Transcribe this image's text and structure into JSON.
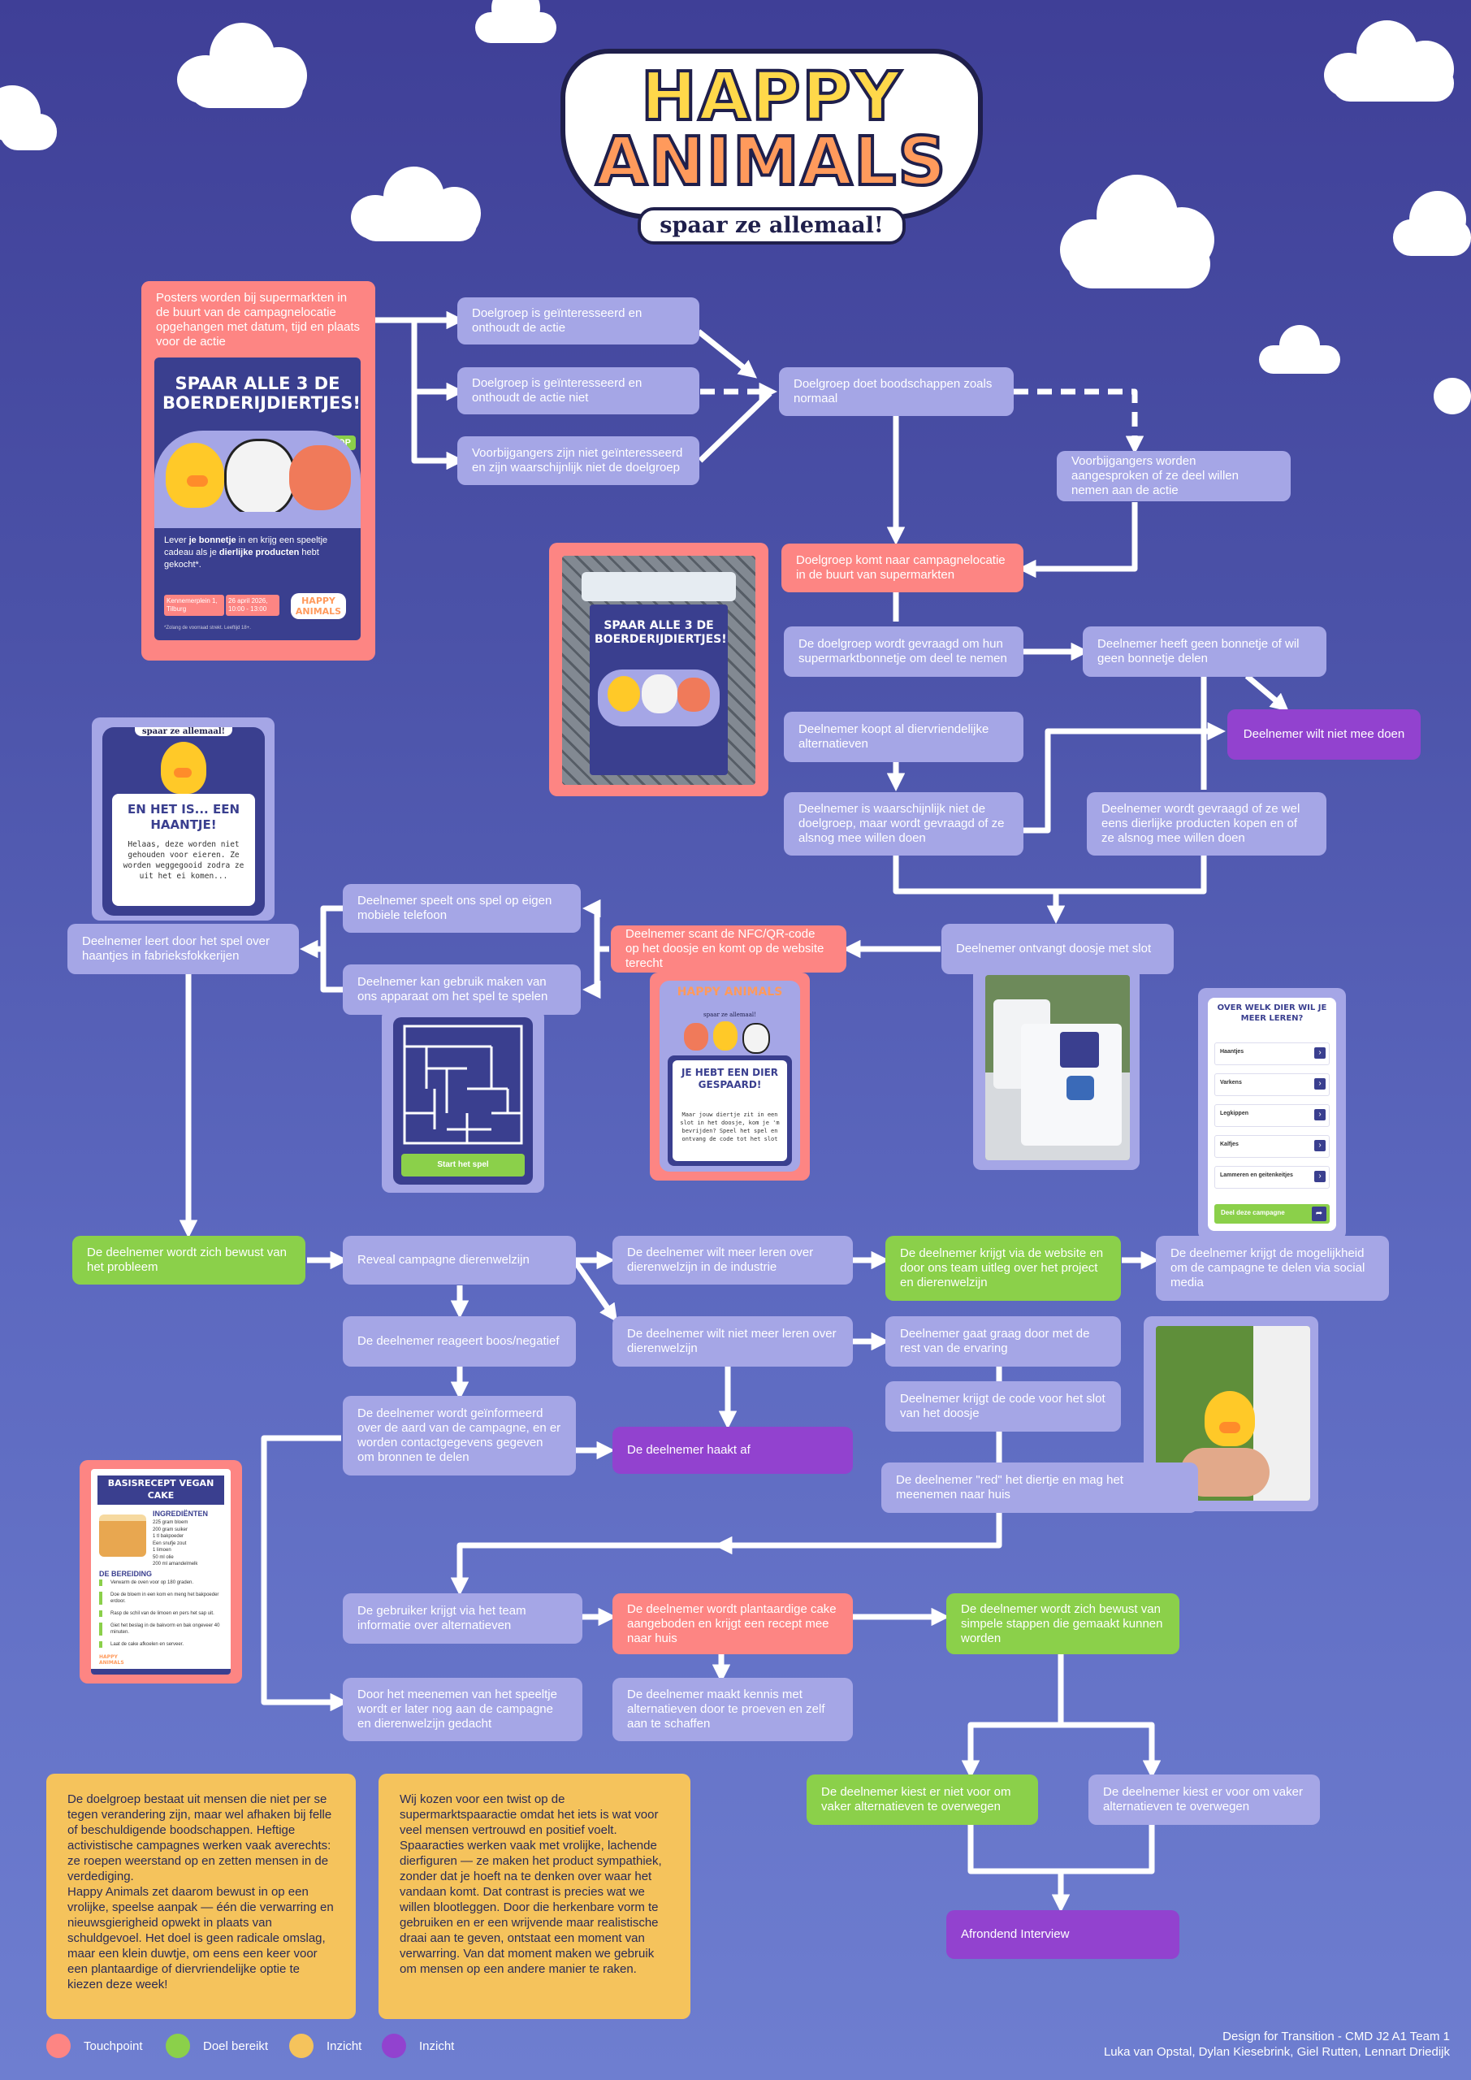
{
  "logo": {
    "line1": "HAPPY",
    "line2": "ANIMALS",
    "tagline": "spaar ze allemaal!"
  },
  "nodes": {
    "posters": "Posters worden bij supermarkten in de buurt van de campagnelocatie opgehangen met datum, tijd en plaats voor de actie",
    "interested_remember": "Doelgroep is geïnteresseerd en onthoudt de actie",
    "interested_forget": "Doelgroep is geïnteresseerd en onthoudt de actie niet",
    "not_interested": "Voorbijgangers zijn niet geïnteresseerd en zijn waarschijnlijk niet de doelgroep",
    "shopping": "Doelgroep doet boodschappen zoals normaal",
    "approached": "Voorbijgangers worden aangesproken of ze deel willen nemen aan de actie",
    "arrives": "Doelgroep komt naar campagnelocatie in de buurt van supermarkten",
    "asked_receipt": "De doelgroep wordt gevraagd om hun supermarktbonnetje om deel te nemen",
    "no_receipt": "Deelnemer heeft geen bonnetje of wil geen bonnetje delen",
    "declines": "Deelnemer wilt niet mee doen",
    "buys_friendly": "Deelnemer koopt al diervriendelijke alternatieven",
    "not_target": "Deelnemer is waarschijnlijk niet de doelgroep, maar wordt gevraagd of ze alsnog mee willen doen",
    "asked_buy": "Deelnemer wordt gevraagd of ze wel eens dierlijke producten kopen en of ze alsnog mee willen doen",
    "receives_box": "Deelnemer ontvangt doosje met slot",
    "scans_nfc": "Deelnemer scant de NFC/QR-code op het doosje en komt op de website terecht",
    "plays_phone": "Deelnemer speelt ons spel op eigen mobiele telefoon",
    "uses_device": "Deelnemer kan gebruik maken van ons apparaat om het spel te spelen",
    "learns_game": "Deelnemer leert door het spel over haantjes in fabrieksfokkerijen",
    "aware_problem": "De deelnemer wordt zich bewust van het probleem",
    "reveal": "Reveal campagne dierenwelzijn",
    "wants_learn": "De deelnemer wilt meer leren over dierenwelzijn in de industrie",
    "team_explains": "De deelnemer krijgt via de website en door ons team uitleg over het project en dierenwelzijn",
    "share_social": "De deelnemer krijgt de mogelijkheid om de campagne te delen via social media",
    "angry": "De deelnemer reageert boos/negatief",
    "not_learn": "De deelnemer wilt niet meer leren over dierenwelzijn",
    "continues": "Deelnemer gaat graag door met de rest van de ervaring",
    "gets_code": "Deelnemer krijgt de code voor het slot van het doosje",
    "saves_animal": "De deelnemer \"red\" het diertje en mag het meenemen naar huis",
    "informed": "De deelnemer wordt geïnformeerd over de aard van de campagne, en er worden contactgegevens gegeven om bronnen te delen",
    "drops_out": "De deelnemer haakt af",
    "team_info": "De gebruiker krijgt via het team informatie over alternatieven",
    "cake": "De deelnemer wordt plantaardige cake aangeboden en krijgt een recept mee naar huis",
    "simple_steps": "De deelnemer wordt zich bewust van simpele stappen die gemaakt kunnen worden",
    "reminded": "Door het meenemen van het speeltje wordt er later nog aan de campagne en dierenwelzijn gedacht",
    "tries_alt": "De deelnemer maakt kennis met alternatieven door te proeven en zelf aan te schaffen",
    "chooses_not": "De deelnemer kiest er niet voor om vaker alternatieven te overwegen",
    "chooses_yes": "De deelnemer kiest er voor om vaker alternatieven te overwegen",
    "interview": "Afrondend Interview"
  },
  "poster": {
    "title": "SPAAR ALLE 3 DE BOERDERIJDIERTJES!",
    "badge": "OP=OP",
    "body_pre": "Lever ",
    "body_b1": "je bonnetje",
    "body_mid": " in en krijg een speeltje cadeau als je ",
    "body_b2": "dierlijke producten",
    "body_post": " hebt gekocht*.",
    "location": "Kennemerplein 1, Tilburg",
    "datetime": "26 april 2026, 10:00 - 13:00",
    "fineprint": "*Zolang de voorraad strekt. Leeftijd 18+.",
    "logo_mini": "HAPPY ANIMALS"
  },
  "reveal_screen": {
    "tagline": "spaar ze allemaal!",
    "title": "EN HET IS... EEN HAANTJE!",
    "body": "Helaas, deze worden niet gehouden voor eieren. Ze worden weggegooid zodra ze uit het ei komen..."
  },
  "maze_screen": {
    "button": "Start het spel"
  },
  "saved_screen": {
    "logo": "HAPPY ANIMALS",
    "tagline": "spaar ze allemaal!",
    "title": "JE HEBT EEN DIER GESPAARD!",
    "body": "Maar jouw diertje zit in een slot in het doosje, kom je 'm bevrijden? Speel het spel en ontvang de code tot het slot"
  },
  "learn_screen": {
    "title": "OVER WELK DIER WIL JE MEER LEREN?",
    "options": [
      "Haantjes",
      "Varkens",
      "Legkippen",
      "Kalfjes",
      "Lammeren en geitenkeitjes"
    ],
    "button": "Deel deze campagne"
  },
  "recipe": {
    "title": "BASISRECEPT VEGAN CAKE",
    "ingredients_heading": "INGREDIËNTEN",
    "ingredients": [
      "225 gram bloem",
      "200 gram suiker",
      "1 tl bakpoeder",
      "Een snufje zout",
      "1 limoen",
      "50 ml olie",
      "200 ml amandelmelk"
    ],
    "steps_heading": "DE BEREIDING",
    "steps": [
      "Verwarm de oven voor op 180 graden.",
      "Doe de bloem in een kom en meng het bakpoeder erdoor.",
      "Rasp de schil van de limoen en pers het sap uit.",
      "Giet het beslag in de bakvorm en bak ongeveer 40 minuten.",
      "Laat de cake afkoelen en serveer."
    ],
    "logo": "HAPPY ANIMALS"
  },
  "notes": {
    "left": "De doelgroep bestaat uit mensen die niet per se tegen verandering zijn, maar wel afhaken bij felle of beschuldigende boodschappen. Heftige activistische campagnes werken vaak averechts: ze roepen weerstand op en zetten mensen in de verdediging.\nHappy Animals zet daarom bewust in op een vrolijke, speelse aanpak — één die verwarring en nieuwsgierigheid opwekt in plaats van schuldgevoel. Het doel is geen radicale omslag, maar een klein duwtje, om eens een keer voor een plantaardige of diervriendelijke optie te kiezen deze week!",
    "right": "Wij kozen voor een twist op de supermarktspaaractie omdat het iets is wat voor veel mensen vertrouwd en positief voelt. Spaaracties werken vaak met vrolijke, lachende dierfiguren — ze maken het product sympathiek, zonder dat je hoeft na te denken over waar het vandaan komt. Dat contrast is precies wat we willen blootleggen. Door die herkenbare vorm te gebruiken en er een wrijvende maar realistische draai aan te geven, ontstaat een moment van verwarring. Van dat moment maken we gebruik om mensen op een andere manier te raken."
  },
  "legend": [
    {
      "label": "Touchpoint",
      "color": "#fd8583"
    },
    {
      "label": "Doel bereikt",
      "color": "#8bd04a"
    },
    {
      "label": "Inzicht",
      "color": "#f5c35c"
    },
    {
      "label": "Inzicht",
      "color": "#9242cf"
    }
  ],
  "credits": {
    "line1": "Design for Transition - CMD J2 A1 Team 1",
    "line2": "Luka van Opstal, Dylan Kiesebrink, Giel Rutten, Lennart Driedijk"
  },
  "colors": {
    "touchpoint": "#fd8583",
    "goal": "#8bd04a",
    "insight": "#f5c35c",
    "insight2": "#9242cf",
    "step": "#a5a6e6",
    "background": "#4b52a8"
  }
}
